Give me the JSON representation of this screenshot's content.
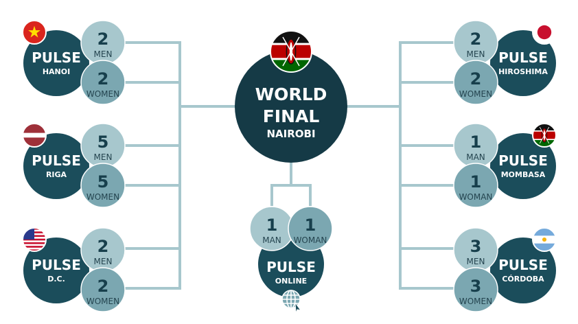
{
  "colors": {
    "dark": "#1b4d5b",
    "final": "#153a46",
    "light": "#a7c7cd",
    "mid": "#7ba7b1",
    "line": "#a7c7cd"
  },
  "final": {
    "line1": "WORLD",
    "line2": "FINAL",
    "city": "NAIROBI",
    "flag": "kenya-flag-icon"
  },
  "left": [
    {
      "title": "PULSE",
      "city": "HANOI",
      "flag": "vietnam-flag-icon",
      "men_num": "2",
      "men_label": "MEN",
      "women_num": "2",
      "women_label": "WOMEN"
    },
    {
      "title": "PULSE",
      "city": "RIGA",
      "flag": "latvia-flag-icon",
      "men_num": "5",
      "men_label": "MEN",
      "women_num": "5",
      "women_label": "WOMEN"
    },
    {
      "title": "PULSE",
      "city": "D.C.",
      "flag": "usa-flag-icon",
      "men_num": "2",
      "men_label": "MEN",
      "women_num": "2",
      "women_label": "WOMEN"
    }
  ],
  "right": [
    {
      "title": "PULSE",
      "city": "HIROSHIMA",
      "flag": "japan-flag-icon",
      "men_num": "2",
      "men_label": "MEN",
      "women_num": "2",
      "women_label": "WOMEN"
    },
    {
      "title": "PULSE",
      "city": "MOMBASA",
      "flag": "kenya-flag-icon",
      "men_num": "1",
      "men_label": "MAN",
      "women_num": "1",
      "women_label": "WOMAN"
    },
    {
      "title": "PULSE",
      "city": "CÓRDOBA",
      "flag": "argentina-flag-icon",
      "men_num": "3",
      "men_label": "MEN",
      "women_num": "3",
      "women_label": "WOMEN"
    }
  ],
  "online": {
    "title": "PULSE",
    "city": "ONLINE",
    "icon": "globe-cursor-icon",
    "men_num": "1",
    "men_label": "MAN",
    "women_num": "1",
    "women_label": "WOMAN"
  }
}
